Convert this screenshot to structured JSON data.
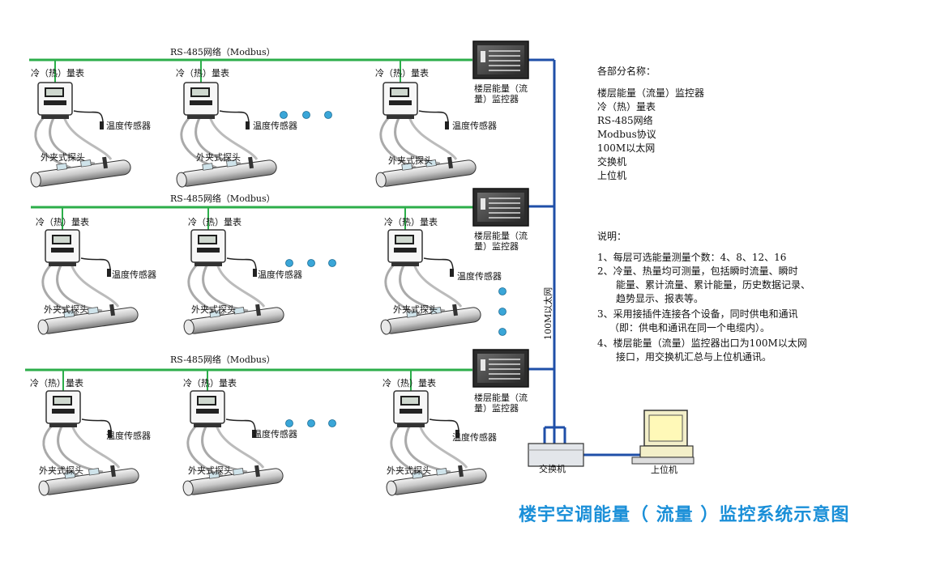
{
  "colors": {
    "bus": "#2cae4a",
    "ethernet": "#1f4fa8",
    "title": "#1a8fd8",
    "dot": "#3aa6d8"
  },
  "icons": {
    "meter": "heat-meter-icon",
    "monitor": "monitor-panel-icon",
    "pipe": "pipe-icon",
    "switch": "network-switch-icon",
    "computer": "computer-icon"
  },
  "floors": [
    {
      "bus_label": "RS-485网络（Modbus）",
      "meters": [
        {
          "label": "冷（热）量表",
          "sensor": "温度传感器",
          "probe": "外夹式探头"
        },
        {
          "label": "冷（热）量表",
          "sensor": "温度传感器",
          "probe": "外夹式探头"
        },
        {
          "label": "冷（热）量表",
          "sensor": "温度传感器",
          "probe": "外夹式探头"
        }
      ],
      "monitor_line1": "楼层能量（流",
      "monitor_line2": "量）监控器"
    },
    {
      "bus_label": "RS-485网络（Modbus）",
      "meters": [
        {
          "label": "冷（热）量表",
          "sensor": "温度传感器",
          "probe": "外夹式探头"
        },
        {
          "label": "冷（热）量表",
          "sensor": "温度传感器",
          "probe": "外夹式探头"
        },
        {
          "label": "冷（热）量表",
          "sensor": "温度传感器",
          "probe": "外夹式探头"
        }
      ],
      "monitor_line1": "楼层能量（流",
      "monitor_line2": "量）监控器"
    },
    {
      "bus_label": "RS-485网络（Modbus）",
      "meters": [
        {
          "label": "冷（热）量表",
          "sensor": "温度传感器",
          "probe": "外夹式探头"
        },
        {
          "label": "冷（热）量表",
          "sensor": "温度传感器",
          "probe": "外夹式探头"
        },
        {
          "label": "冷（热）量表",
          "sensor": "温度传感器",
          "probe": "外夹式探头"
        }
      ],
      "monitor_line1": "楼层能量（流",
      "monitor_line2": "量）监控器"
    }
  ],
  "ethernet_label": "100M以太网",
  "switch_label": "交换机",
  "computer_label": "上位机",
  "legend": {
    "heading": "各部分名称：",
    "items": [
      "楼层能量（流量）监控器",
      "冷（热）量表",
      "RS-485网络",
      "Modbus协议",
      "100M以太网",
      "交换机",
      "上位机"
    ]
  },
  "notes": {
    "heading": "说明：",
    "lines": [
      "1、每层可选能量测量个数：4、8、12、16",
      "2、冷量、热量均可测量，包括瞬时流量、瞬时",
      "能量、累计流量、累计能量，历史数据记录、",
      "趋势显示、报表等。",
      "3、采用接插件连接各个设备，同时供电和通讯",
      "（即：供电和通讯在同一个电缆内）。",
      "4、楼层能量（流量）监控器出口为100M以太网",
      "接口，用交换机汇总与上位机通讯。"
    ]
  },
  "title": "楼宇空调能量（ 流量 ）监控系统示意图"
}
